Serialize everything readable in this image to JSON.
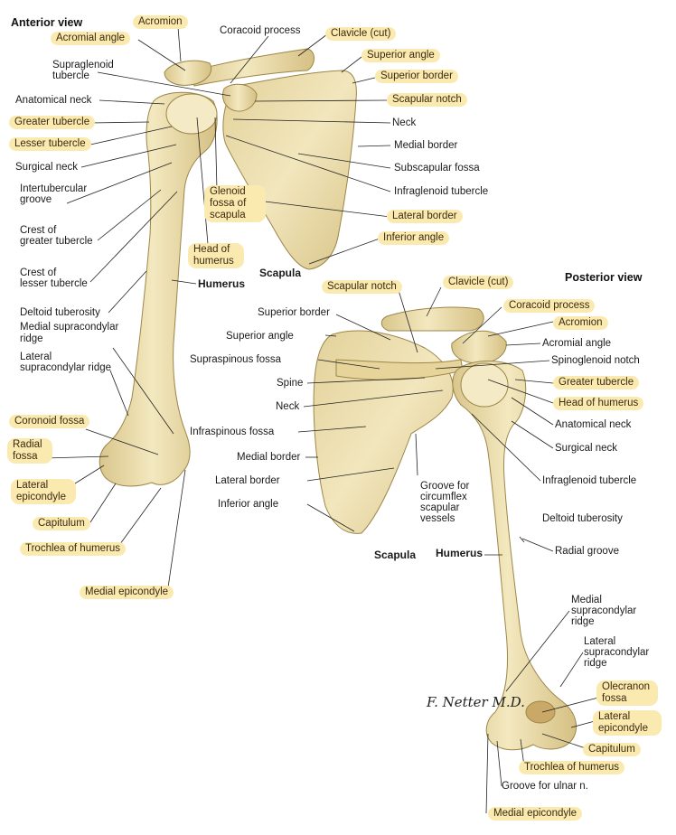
{
  "titles": {
    "anterior": "Anterior view",
    "posterior": "Posterior view"
  },
  "anterior": {
    "acromion": "Acromion",
    "acromial_angle": "Acromial angle",
    "coracoid_process": "Coracoid process",
    "clavicle": "Clavicle (cut)",
    "supraglenoid_1": "Supraglenoid",
    "supraglenoid_2": "tubercle",
    "superior_angle": "Superior angle",
    "superior_border": "Superior border",
    "anatomical_neck": "Anatomical neck",
    "scapular_notch": "Scapular notch",
    "greater_tubercle": "Greater tubercle",
    "neck": "Neck",
    "lesser_tubercle": "Lesser tubercle",
    "medial_border": "Medial border",
    "surgical_neck": "Surgical neck",
    "subscapular_fossa": "Subscapular fossa",
    "intertubercular_1": "Intertubercular",
    "intertubercular_2": "groove",
    "infraglenoid_tubercle": "Infraglenoid tubercle",
    "glenoid_fossa": "Glenoid fossa of scapula",
    "lateral_border": "Lateral border",
    "crest_greater_1": "Crest of",
    "crest_greater_2": "greater tubercle",
    "inferior_angle": "Inferior angle",
    "head_of_humerus": "Head of humerus",
    "crest_lesser_1": "Crest of",
    "crest_lesser_2": "lesser tubercle",
    "scapula": "Scapula",
    "humerus": "Humerus",
    "deltoid_tuberosity": "Deltoid tuberosity",
    "medial_supracondylar": "Medial supracondylar ridge",
    "lateral_supracondylar_1": "Lateral",
    "lateral_supracondylar_2": "supracondylar ridge",
    "coronoid_fossa": "Coronoid fossa",
    "radial_fossa": "Radial fossa",
    "lateral_epicondyle": "Lateral epicondyle",
    "capitulum": "Capitulum",
    "trochlea": "Trochlea of humerus",
    "medial_epicondyle": "Medial epicondyle"
  },
  "posterior": {
    "scapular_notch": "Scapular notch",
    "clavicle": "Clavicle (cut)",
    "superior_border": "Superior border",
    "coracoid_process": "Coracoid process",
    "acromion": "Acromion",
    "superior_angle": "Superior angle",
    "acromial_angle": "Acromial angle",
    "supraspinous_fossa": "Supraspinous fossa",
    "spinoglenoid_notch": "Spinoglenoid notch",
    "spine": "Spine",
    "greater_tubercle": "Greater tubercle",
    "neck": "Neck",
    "head_of_humerus": "Head of humerus",
    "anatomical_neck": "Anatomical neck",
    "infraspinous_fossa": "Infraspinous fossa",
    "surgical_neck": "Surgical neck",
    "medial_border": "Medial border",
    "lateral_border": "Lateral border",
    "infraglenoid_tubercle": "Infraglenoid tubercle",
    "groove_1": "Groove for",
    "groove_2": "circumflex",
    "groove_3": "scapular",
    "groove_4": "vessels",
    "inferior_angle": "Inferior angle",
    "deltoid_tuberosity": "Deltoid tuberosity",
    "scapula": "Scapula",
    "humerus": "Humerus",
    "radial_groove": "Radial groove",
    "medial_supracondylar_1": "Medial",
    "medial_supracondylar_2": "supracondylar",
    "medial_supracondylar_3": "ridge",
    "lateral_supracondylar_1": "Lateral",
    "lateral_supracondylar_2": "supracondylar",
    "lateral_supracondylar_3": "ridge",
    "olecranon_fossa": "Olecranon fossa",
    "lateral_epicondyle": "Lateral epicondyle",
    "capitulum": "Capitulum",
    "trochlea": "Trochlea of humerus",
    "groove_ulnar": "Groove for ulnar n.",
    "medial_epicondyle": "Medial epicondyle"
  },
  "signature": "F. Netter M.D.",
  "colors": {
    "bone": "#efe3b2",
    "bone_shadow": "#cdb878",
    "highlight": "#fbeab0"
  }
}
